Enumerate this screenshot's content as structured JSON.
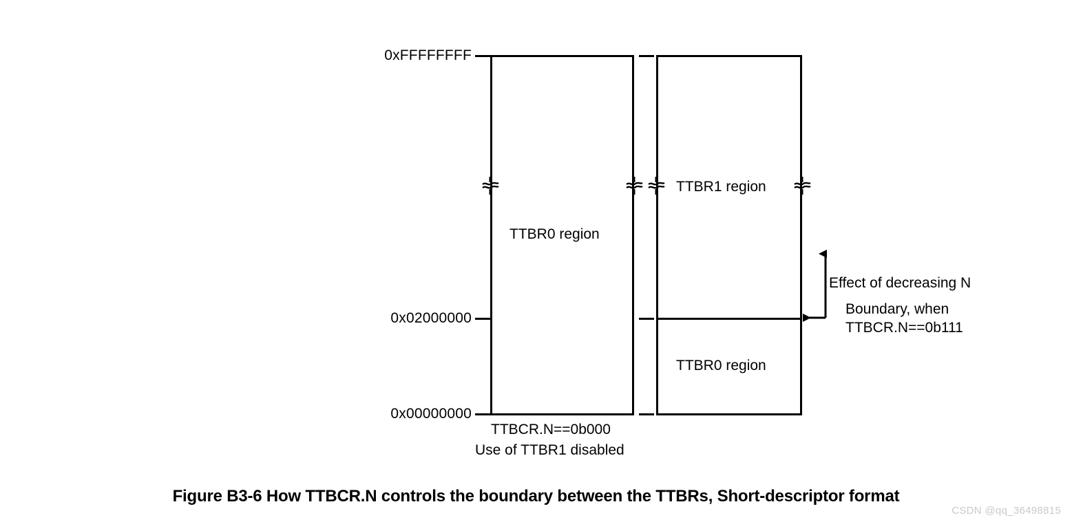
{
  "figure": {
    "title": "Figure B3-6 How TTBCR.N controls the boundary between the TTBRs, Short-descriptor format",
    "watermark": "CSDN @qq_36498815"
  },
  "axis": {
    "labels": [
      {
        "text": "0xFFFFFFFF",
        "value": "0xFFFFFFFF"
      },
      {
        "text": "0x02000000",
        "value": "0x02000000"
      },
      {
        "text": "0x00000000",
        "value": "0x00000000"
      }
    ]
  },
  "left_column": {
    "region_label": "TTBR0 region",
    "caption_line1": "TTBCR.N==0b000",
    "caption_line2": "Use of TTBR1 disabled"
  },
  "right_column": {
    "upper_region_label": "TTBR1 region",
    "lower_region_label": "TTBR0 region"
  },
  "annotations": {
    "effect": "Effect of decreasing N",
    "boundary_line1": "Boundary, when",
    "boundary_line2": "TTBCR.N==0b111"
  },
  "colors": {
    "stroke": "#000000",
    "background": "#ffffff",
    "watermark": "#c9c9c9"
  }
}
